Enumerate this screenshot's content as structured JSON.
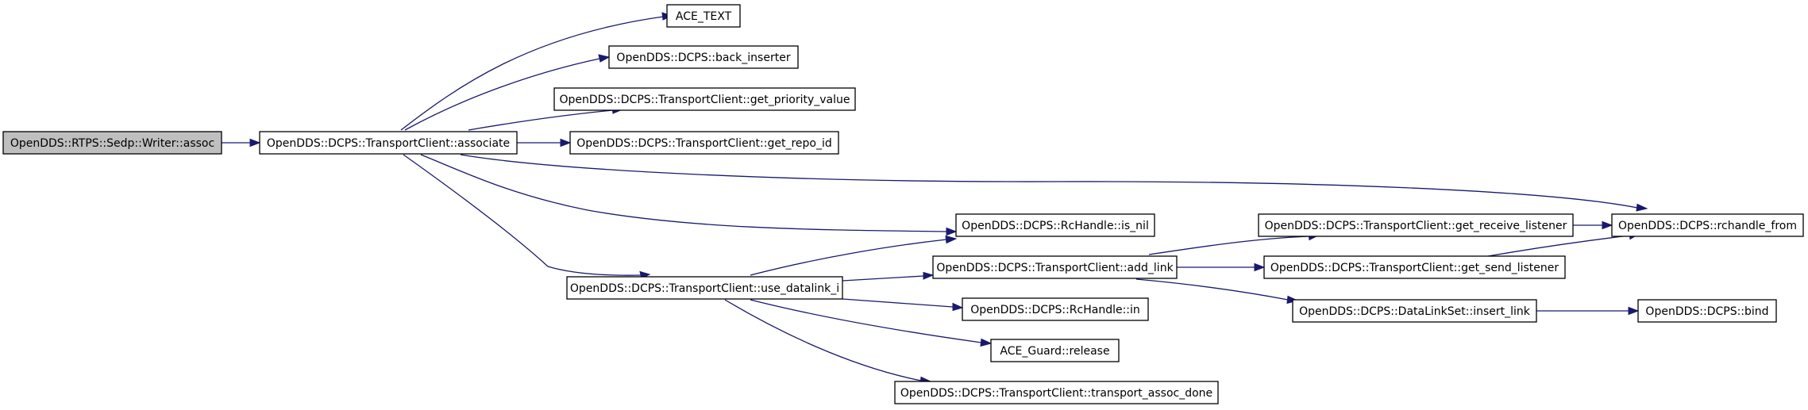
{
  "diagram": {
    "type": "call-graph",
    "nodes": [
      {
        "id": "assoc",
        "label": "OpenDDS::RTPS::Sedp::Writer::assoc",
        "highlighted": true
      },
      {
        "id": "associate",
        "label": "OpenDDS::DCPS::TransportClient::associate"
      },
      {
        "id": "ace_text",
        "label": "ACE_TEXT"
      },
      {
        "id": "back_inserter",
        "label": "OpenDDS::DCPS::back_inserter"
      },
      {
        "id": "get_priority_value",
        "label": "OpenDDS::DCPS::TransportClient::get_priority_value"
      },
      {
        "id": "get_repo_id",
        "label": "OpenDDS::DCPS::TransportClient::get_repo_id"
      },
      {
        "id": "rchandle_from",
        "label": "OpenDDS::DCPS::rchandle_from"
      },
      {
        "id": "is_nil",
        "label": "OpenDDS::DCPS::RcHandle::is_nil"
      },
      {
        "id": "use_datalink_i",
        "label": "OpenDDS::DCPS::TransportClient::use_datalink_i"
      },
      {
        "id": "add_link",
        "label": "OpenDDS::DCPS::TransportClient::add_link"
      },
      {
        "id": "rc_in",
        "label": "OpenDDS::DCPS::RcHandle::in"
      },
      {
        "id": "release",
        "label": "ACE_Guard::release"
      },
      {
        "id": "transport_assoc_done",
        "label": "OpenDDS::DCPS::TransportClient::transport_assoc_done"
      },
      {
        "id": "get_receive_listener",
        "label": "OpenDDS::DCPS::TransportClient::get_receive_listener"
      },
      {
        "id": "get_send_listener",
        "label": "OpenDDS::DCPS::TransportClient::get_send_listener"
      },
      {
        "id": "insert_link",
        "label": "OpenDDS::DCPS::DataLinkSet::insert_link"
      },
      {
        "id": "bind",
        "label": "OpenDDS::DCPS::bind"
      }
    ],
    "edges": [
      {
        "from": "assoc",
        "to": "associate"
      },
      {
        "from": "associate",
        "to": "ace_text"
      },
      {
        "from": "associate",
        "to": "back_inserter"
      },
      {
        "from": "associate",
        "to": "get_priority_value"
      },
      {
        "from": "associate",
        "to": "get_repo_id"
      },
      {
        "from": "associate",
        "to": "rchandle_from"
      },
      {
        "from": "associate",
        "to": "is_nil"
      },
      {
        "from": "associate",
        "to": "use_datalink_i"
      },
      {
        "from": "use_datalink_i",
        "to": "is_nil"
      },
      {
        "from": "use_datalink_i",
        "to": "add_link"
      },
      {
        "from": "use_datalink_i",
        "to": "rc_in"
      },
      {
        "from": "use_datalink_i",
        "to": "release"
      },
      {
        "from": "use_datalink_i",
        "to": "transport_assoc_done"
      },
      {
        "from": "add_link",
        "to": "get_receive_listener"
      },
      {
        "from": "add_link",
        "to": "get_send_listener"
      },
      {
        "from": "add_link",
        "to": "insert_link"
      },
      {
        "from": "get_receive_listener",
        "to": "rchandle_from"
      },
      {
        "from": "get_send_listener",
        "to": "rchandle_from"
      },
      {
        "from": "insert_link",
        "to": "bind"
      }
    ]
  },
  "colors": {
    "edge": "#191970",
    "node_fill": "#ffffff",
    "node_highlight_fill": "#bfbfbf",
    "node_border": "#000000"
  }
}
